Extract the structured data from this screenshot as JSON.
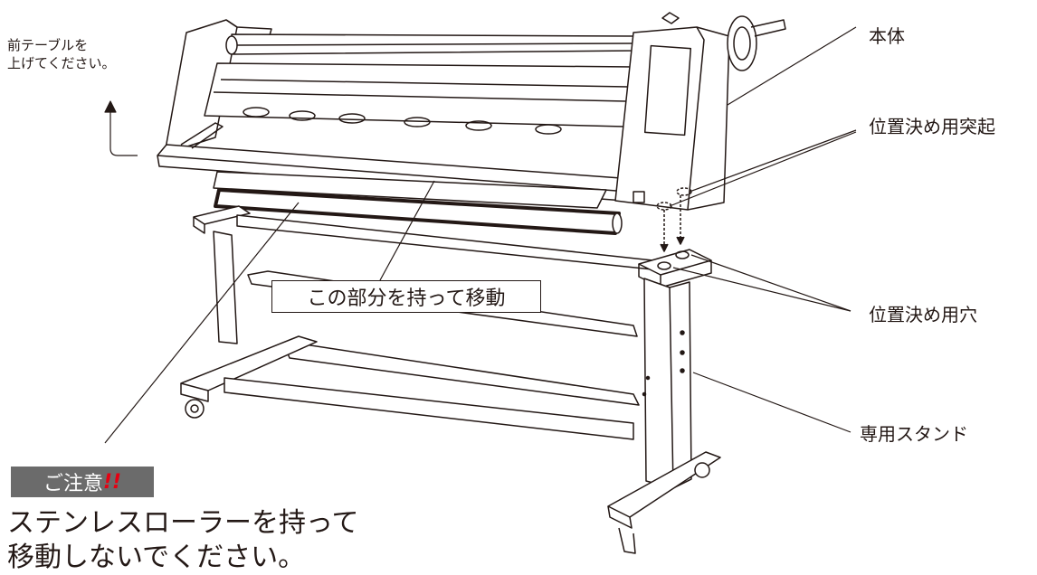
{
  "labels": {
    "body": "本体",
    "positioning_protrusion": "位置決め用突起",
    "positioning_hole": "位置決め用穴",
    "dedicated_stand": "専用スタンド",
    "raise_front_table": "前テーブルを\n上げてください。",
    "grip_here": "この部分を持って移動"
  },
  "caution": {
    "badge_text": "ご注意",
    "badge_emphasis": "!!",
    "warning": "ステンレスローラーを持って\n移動しないでください。"
  },
  "colors": {
    "line": "#231815",
    "badge_bg": "#6b6b6b",
    "emphasis": "#e60012"
  }
}
